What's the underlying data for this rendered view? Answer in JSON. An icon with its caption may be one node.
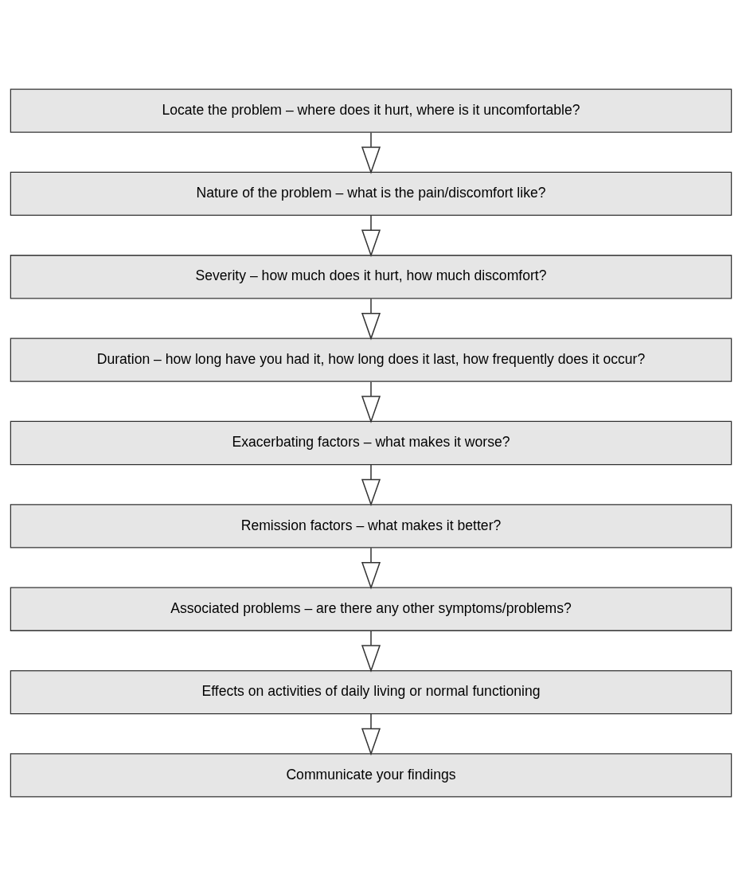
{
  "diagram": {
    "nodes": [
      {
        "text": [
          "Locate the problem – where does it hurt, where is it uncomfortable?"
        ]
      },
      {
        "text": [
          "Nature of the problem – what is the pain/discomfort like?"
        ]
      },
      {
        "text": [
          "Severity – how much does it hurt, how much discomfort?"
        ]
      },
      {
        "text": [
          "Duration – how long have you had it, how long does it last, how frequently does it occur?"
        ]
      },
      {
        "text": [
          "Exacerbating factors – what makes it worse?"
        ]
      },
      {
        "text": [
          "Remission factors – what makes it better?"
        ]
      },
      {
        "text": [
          "Associated problems – are there any other symptoms/problems?"
        ]
      },
      {
        "text": [
          "Effects on activities of daily living or normal functioning"
        ]
      },
      {
        "text": [
          "Communicate your findings"
        ]
      }
    ],
    "edges": [
      {
        "from": 0,
        "to": 1,
        "arrow": "to"
      },
      {
        "from": 1,
        "to": 2,
        "arrow": "to"
      },
      {
        "from": 2,
        "to": 3,
        "arrow": "to"
      },
      {
        "from": 3,
        "to": 4,
        "arrow": "to"
      },
      {
        "from": 4,
        "to": 5,
        "arrow": "to"
      },
      {
        "from": 5,
        "to": 6,
        "arrow": "to"
      },
      {
        "from": 6,
        "to": 7,
        "arrow": "to"
      },
      {
        "from": 7,
        "to": 8,
        "arrow": "to"
      }
    ]
  }
}
